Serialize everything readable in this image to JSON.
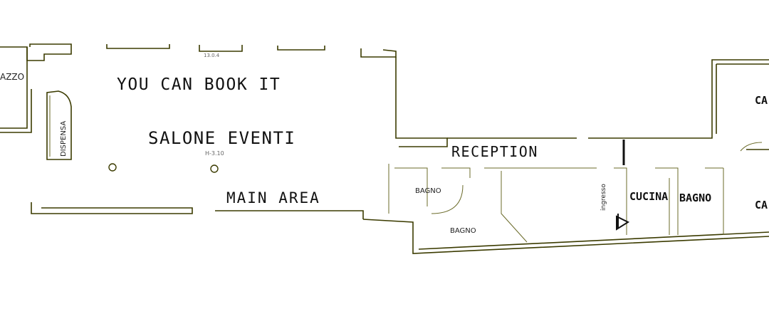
{
  "labels": {
    "headline": "YOU CAN BOOK IT",
    "hall": "SALONE EVENTI",
    "hall_height": "H-3.10",
    "main_area": "MAIN AREA",
    "reception": "RECEPTION",
    "kitchen": "CUCINA",
    "bath_hand": "BAGNO",
    "bath_1": "BAGNO",
    "bath_2": "BAGNO",
    "pantry": "DISPENSA",
    "entrance": "ingresso",
    "left_edge": "AZZO",
    "room_top_right": "CA",
    "room_bottom_right": "CA",
    "window_tag": "13.0.4"
  },
  "colors": {
    "wall": "#3b3b00",
    "paper": "#ffffff",
    "ink": "#111111"
  },
  "icons": {
    "entrance_marker": "arrow-right-icon",
    "columns": "circle-column-icon"
  }
}
